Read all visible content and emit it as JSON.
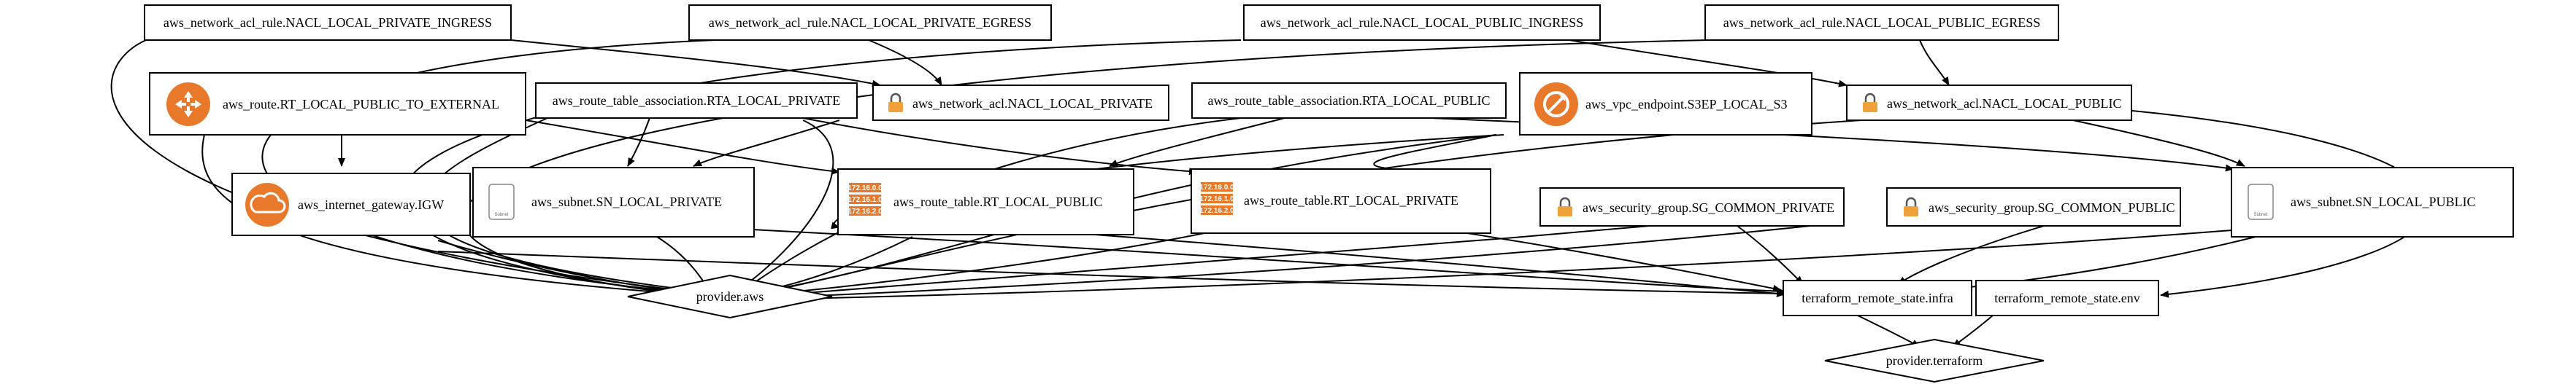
{
  "colors": {
    "aws_orange": "#e8792a",
    "lock_orange": "#f0a23a",
    "stroke": "#000000",
    "background": "#ffffff"
  },
  "nodes": {
    "nacl_rule_private_ingress": {
      "label": "aws_network_acl_rule.NACL_LOCAL_PRIVATE_INGRESS",
      "icon": "none"
    },
    "nacl_rule_private_egress": {
      "label": "aws_network_acl_rule.NACL_LOCAL_PRIVATE_EGRESS",
      "icon": "none"
    },
    "nacl_rule_public_ingress": {
      "label": "aws_network_acl_rule.NACL_LOCAL_PUBLIC_INGRESS",
      "icon": "none"
    },
    "nacl_rule_public_egress": {
      "label": "aws_network_acl_rule.NACL_LOCAL_PUBLIC_EGRESS",
      "icon": "none"
    },
    "route_public_to_external": {
      "label": "aws_route.RT_LOCAL_PUBLIC_TO_EXTERNAL",
      "icon": "router-icon"
    },
    "rta_private": {
      "label": "aws_route_table_association.RTA_LOCAL_PRIVATE",
      "icon": "none"
    },
    "nacl_private": {
      "label": "aws_network_acl.NACL_LOCAL_PRIVATE",
      "icon": "lock-icon"
    },
    "rta_public": {
      "label": "aws_route_table_association.RTA_LOCAL_PUBLIC",
      "icon": "none"
    },
    "vpc_endpoint_s3": {
      "label": "aws_vpc_endpoint.S3EP_LOCAL_S3",
      "icon": "endpoint-icon"
    },
    "nacl_public": {
      "label": "aws_network_acl.NACL_LOCAL_PUBLIC",
      "icon": "lock-icon"
    },
    "igw": {
      "label": "aws_internet_gateway.IGW",
      "icon": "cloud-icon"
    },
    "subnet_private": {
      "label": "aws_subnet.SN_LOCAL_PRIVATE",
      "icon": "subnet-icon"
    },
    "rt_public": {
      "label": "aws_route_table.RT_LOCAL_PUBLIC",
      "icon": "route-table-icon"
    },
    "rt_private": {
      "label": "aws_route_table.RT_LOCAL_PRIVATE",
      "icon": "route-table-icon"
    },
    "sg_common_private": {
      "label": "aws_security_group.SG_COMMON_PRIVATE",
      "icon": "lock-icon"
    },
    "sg_common_public": {
      "label": "aws_security_group.SG_COMMON_PUBLIC",
      "icon": "lock-icon"
    },
    "subnet_public": {
      "label": "aws_subnet.SN_LOCAL_PUBLIC",
      "icon": "subnet-icon"
    },
    "provider_aws": {
      "label": "provider.aws",
      "icon": "none"
    },
    "remote_state_infra": {
      "label": "terraform_remote_state.infra",
      "icon": "none"
    },
    "remote_state_env": {
      "label": "terraform_remote_state.env",
      "icon": "none"
    },
    "provider_terraform": {
      "label": "provider.terraform",
      "icon": "none"
    }
  },
  "route_table_icon": {
    "cidrs": [
      "172.16.0.0",
      "172.16.1.0",
      "172.16.2.0"
    ]
  },
  "subnet_icon": {
    "caption": "Subnet"
  }
}
